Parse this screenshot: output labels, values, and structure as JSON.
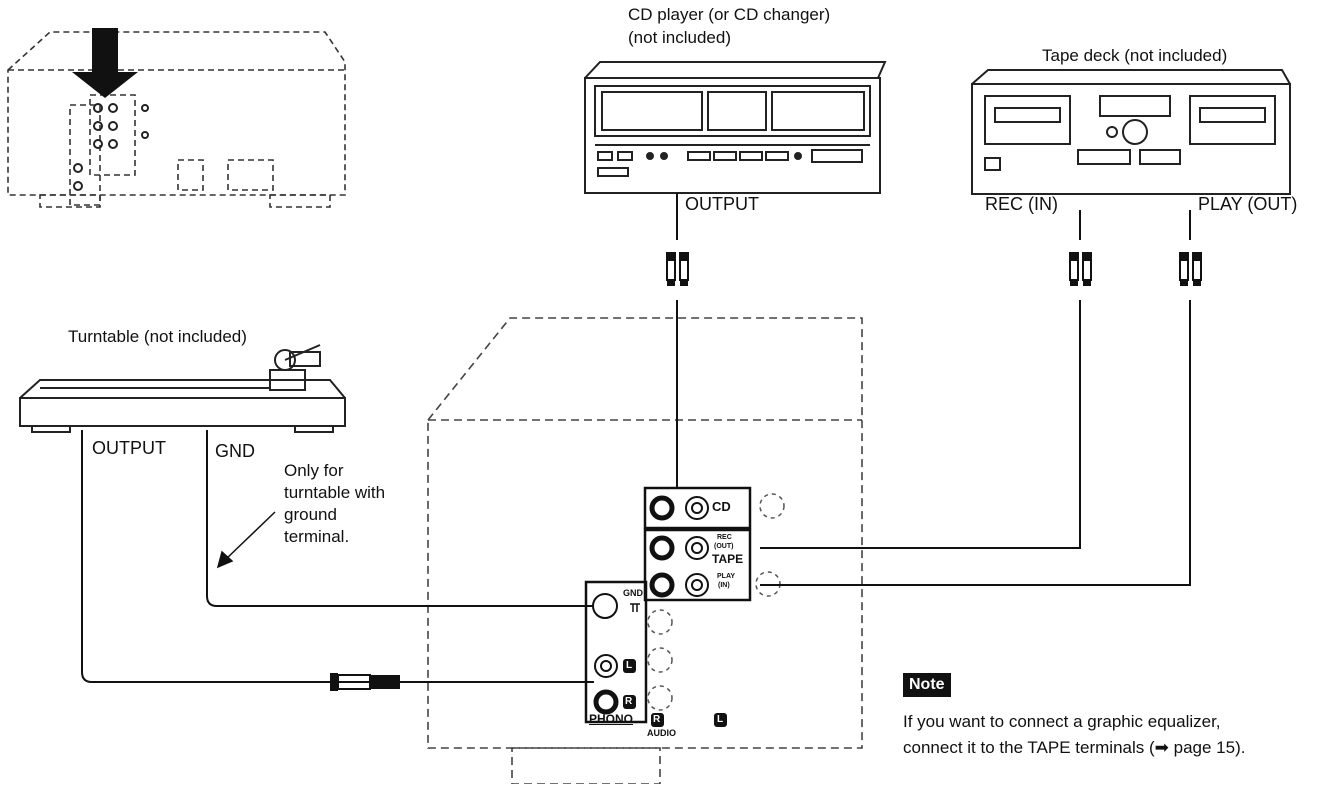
{
  "devices": {
    "cd_player": {
      "title_line1": "CD player (or CD changer)",
      "title_line2": "(not included)",
      "output_label": "OUTPUT"
    },
    "tape_deck": {
      "title": "Tape deck (not included)",
      "rec_label": "REC (IN)",
      "play_label": "PLAY (OUT)"
    },
    "turntable": {
      "title": "Turntable (not included)",
      "output_label": "OUTPUT",
      "gnd_label": "GND",
      "ground_note_line1": "Only for",
      "ground_note_line2": "turntable with",
      "ground_note_line3": "ground",
      "ground_note_line4": "terminal."
    }
  },
  "terminal_panel": {
    "cd": "CD",
    "tape_rec_line1": "REC",
    "tape_rec_line2": "(OUT)",
    "tape": "TAPE",
    "tape_play_line1": "PLAY",
    "tape_play_line2": "(IN)",
    "gnd": "GND",
    "phono": "PHONO",
    "audio": "AUDIO",
    "left_badge": "L",
    "right_badge": "R"
  },
  "note": {
    "badge": "Note",
    "line1": "If you want to connect a graphic equalizer,",
    "line2": "connect it to the TAPE terminals (➡ page 15)."
  }
}
